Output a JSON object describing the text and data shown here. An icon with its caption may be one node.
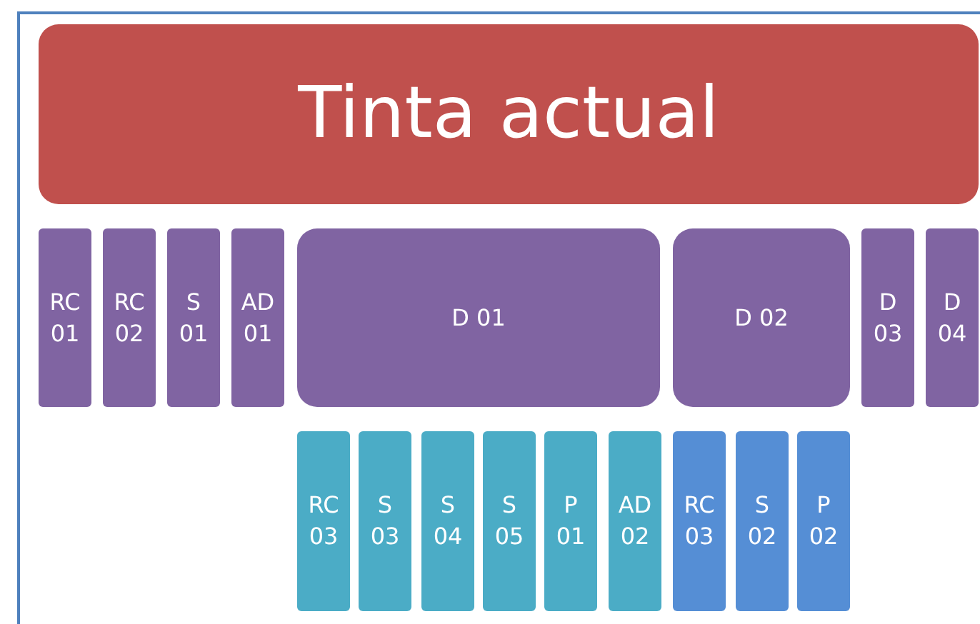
{
  "diagram": {
    "nodes": [
      {
        "text": [
          "Tinta actual"
        ]
      },
      {
        "text": [
          "RC 01"
        ]
      },
      {
        "text": [
          "RC 02"
        ]
      },
      {
        "text": [
          "S 01"
        ]
      },
      {
        "text": [
          "AD 01"
        ]
      },
      {
        "text": [
          "D 01"
        ]
      },
      {
        "text": [
          "D 02"
        ]
      },
      {
        "text": [
          "D 03"
        ]
      },
      {
        "text": [
          "D 04"
        ]
      },
      {
        "text": [
          "RC 03"
        ]
      },
      {
        "text": [
          "S 03"
        ]
      },
      {
        "text": [
          "S 04"
        ]
      },
      {
        "text": [
          "S 05"
        ]
      },
      {
        "text": [
          "P 01"
        ]
      },
      {
        "text": [
          "AD 02"
        ]
      },
      {
        "text": [
          "RC 03"
        ]
      },
      {
        "text": [
          "S 02"
        ]
      },
      {
        "text": [
          "P 02"
        ]
      }
    ]
  }
}
